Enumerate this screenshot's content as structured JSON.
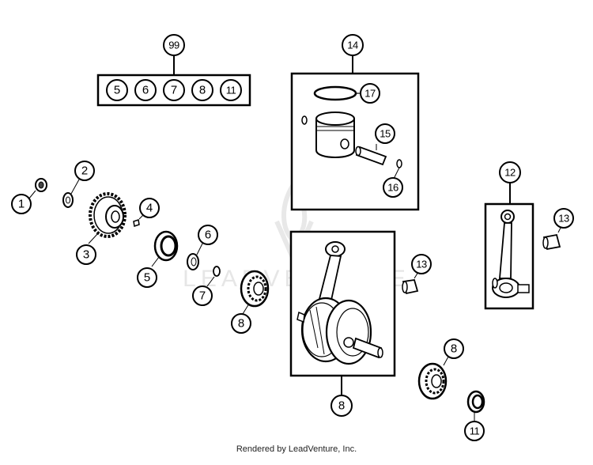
{
  "callouts": {
    "c99": "99",
    "kit_5": "5",
    "kit_6": "6",
    "kit_7": "7",
    "kit_8": "8",
    "kit_11": "11",
    "c14": "14",
    "c17": "17",
    "c15": "15",
    "c16": "16",
    "c12": "12",
    "c13_right": "13",
    "c13_center": "13",
    "c1": "1",
    "c2": "2",
    "c3": "3",
    "c4": "4",
    "c5": "5",
    "c6": "6",
    "c7": "7",
    "c8_left": "8",
    "c8_center": "8",
    "c8_right": "8",
    "c11": "11"
  },
  "watermark": "LEADVENTURE",
  "credit": "Rendered by LeadVenture, Inc."
}
